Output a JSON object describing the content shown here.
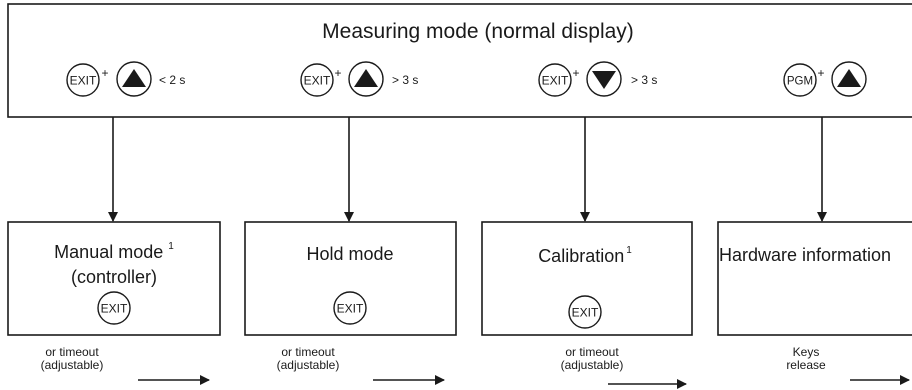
{
  "top": {
    "title": "Measuring mode (normal display)",
    "combos": [
      {
        "key": "EXIT",
        "arrow": "up-arrow",
        "timing": "< 2 s"
      },
      {
        "key": "EXIT",
        "arrow": "up-arrow",
        "timing": "> 3 s"
      },
      {
        "key": "EXIT",
        "arrow": "down-arrow",
        "timing": "> 3 s"
      },
      {
        "key": "PGM",
        "arrow": "up-arrow",
        "timing": ""
      }
    ],
    "plus": "+"
  },
  "modes": [
    {
      "line1": "Manual mode",
      "sup": "1",
      "line2": "(controller)",
      "key": "EXIT",
      "note1": "or timeout",
      "note2": "(adjustable)"
    },
    {
      "line1": "Hold mode",
      "sup": "",
      "line2": "",
      "key": "EXIT",
      "note1": "or timeout",
      "note2": "(adjustable)"
    },
    {
      "line1": "Calibration",
      "sup": "1",
      "line2": "",
      "key": "EXIT",
      "note1": "or timeout",
      "note2": "(adjustable)"
    },
    {
      "line1": "Hardware information",
      "sup": "",
      "line2": "",
      "key": "",
      "note1": "Keys",
      "note2": "release"
    }
  ]
}
